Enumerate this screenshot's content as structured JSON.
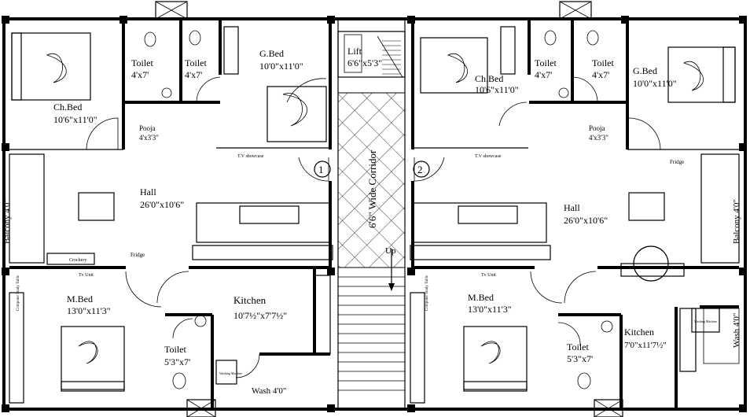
{
  "rooms": {
    "toilet_a": {
      "name": "Toilet",
      "size": "4'x7'"
    },
    "toilet_b": {
      "name": "Toilet",
      "size": "4'x7'"
    },
    "toilet_c": {
      "name": "Toilet",
      "size": "4'x7'"
    },
    "toilet_d": {
      "name": "Toilet",
      "size": "4'x7'"
    },
    "chbed_left": {
      "name": "Ch.Bed",
      "size": "10'6\"x11'0\""
    },
    "chbed_right": {
      "name": "Ch.Bed",
      "size": "10'6\"x11'0\""
    },
    "gbed_left": {
      "name": "G.Bed",
      "size": "10'0\"x11'0\""
    },
    "gbed_right": {
      "name": "G.Bed",
      "size": "10'0\"x11'0\""
    },
    "lift": {
      "name": "Lift",
      "size": "6'6\"x5'3\""
    },
    "pooja_left": {
      "name": "Pooja",
      "size": "4'x3'3\""
    },
    "pooja_right": {
      "name": "Pooja",
      "size": "4'x3'3\""
    },
    "hall_left": {
      "name": "Hall",
      "size": "26'0\"x10'6\""
    },
    "hall_right": {
      "name": "Hall",
      "size": "26'0\"x10'6\""
    },
    "mbed_left": {
      "name": "M.Bed",
      "size": "13'0\"x11'3\""
    },
    "mbed_right": {
      "name": "M.Bed",
      "size": "13'0\"x11'3\""
    },
    "kitchen_left": {
      "name": "Kitchen",
      "size": "10'7½\"x7'7½\""
    },
    "kitchen_right": {
      "name": "Kitchen",
      "size": "7'0\"x11'7½\""
    },
    "toilet_left_bottom": {
      "name": "Toilet",
      "size": "5'3\"x7'"
    },
    "toilet_right_bottom": {
      "name": "Toilet",
      "size": "5'3\"x7'"
    }
  },
  "labels": {
    "corridor": "6'6\" Wide Corridor",
    "balcony": "Balcony 4'0\"",
    "wash_left": "Wash 4'0\"",
    "wash_right": "Wash 4'0\"",
    "tv_showcase": "T.V showcase",
    "fridge": "Fridge",
    "crockery": "Crockery",
    "tv_unit": "Tv Unit",
    "computer_table": "Computer Study Table",
    "washing_machine": "Washing Machine",
    "up": "Up",
    "unit1": "1",
    "unit2": "2"
  }
}
